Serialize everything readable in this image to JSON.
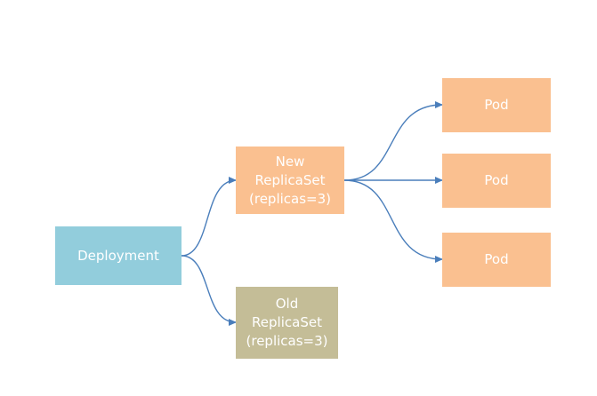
{
  "colors": {
    "deployment_fill": "#92CDDC",
    "new_replicaset_fill": "#FAC090",
    "old_replicaset_fill": "#C4BD97",
    "pod_fill": "#FAC090",
    "connector": "#4A7EBB",
    "text": "#FFFFFF"
  },
  "nodes": {
    "deployment": {
      "lines": [
        "Deployment"
      ]
    },
    "new_replicaset": {
      "lines": [
        "New",
        "ReplicaSet",
        "(replicas=3)"
      ]
    },
    "old_replicaset": {
      "lines": [
        "Old",
        "ReplicaSet",
        "(replicas=3)"
      ]
    },
    "pods": [
      {
        "lines": [
          "Pod"
        ]
      },
      {
        "lines": [
          "Pod"
        ]
      },
      {
        "lines": [
          "Pod"
        ]
      }
    ]
  },
  "edges": [
    {
      "from": "deployment",
      "to": "new_replicaset"
    },
    {
      "from": "deployment",
      "to": "old_replicaset"
    },
    {
      "from": "new_replicaset",
      "to": "pod_1"
    },
    {
      "from": "new_replicaset",
      "to": "pod_2"
    },
    {
      "from": "new_replicaset",
      "to": "pod_3"
    }
  ]
}
